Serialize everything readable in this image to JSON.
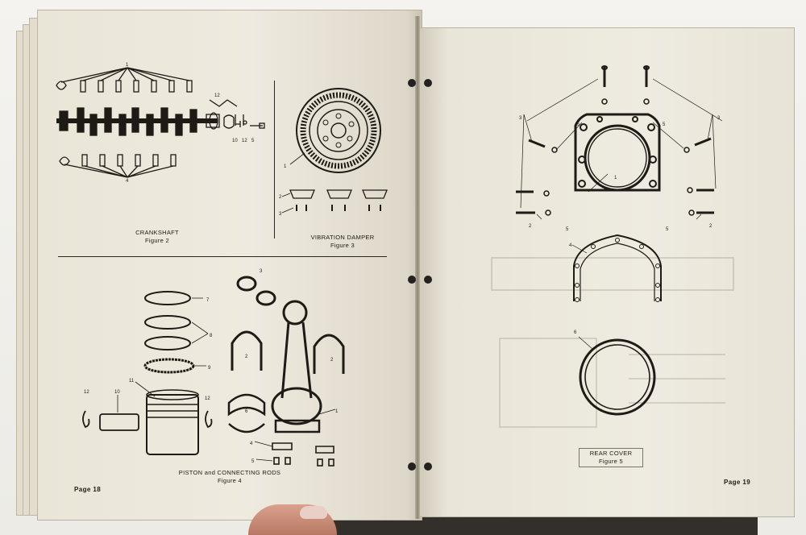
{
  "left_page": {
    "figures": [
      {
        "name": "CRANKSHAFT",
        "number": "Figure 2",
        "callouts": [
          "1",
          "4",
          "12",
          "10",
          "12",
          "5"
        ]
      },
      {
        "name": "VIBRATION DAMPER",
        "number": "Figure 3",
        "callouts": [
          "1",
          "2",
          "3"
        ]
      },
      {
        "name": "PISTON and CONNECTING RODS",
        "number": "Figure 4",
        "callouts": [
          "7",
          "8",
          "9",
          "11",
          "10",
          "12",
          "12",
          "3",
          "2",
          "2",
          "6",
          "1",
          "4",
          "5"
        ]
      }
    ],
    "page_number": "Page 18"
  },
  "right_page": {
    "figures": [
      {
        "name": "REAR COVER",
        "number": "Figure 5",
        "callouts": [
          "3",
          "3",
          "5",
          "5",
          "1",
          "2",
          "5",
          "5",
          "2",
          "4",
          "6"
        ]
      }
    ],
    "page_number": "Page 19"
  },
  "colors": {
    "paper": "#ebe7da",
    "ink": "#1e1b16",
    "binder": "#33302c"
  }
}
